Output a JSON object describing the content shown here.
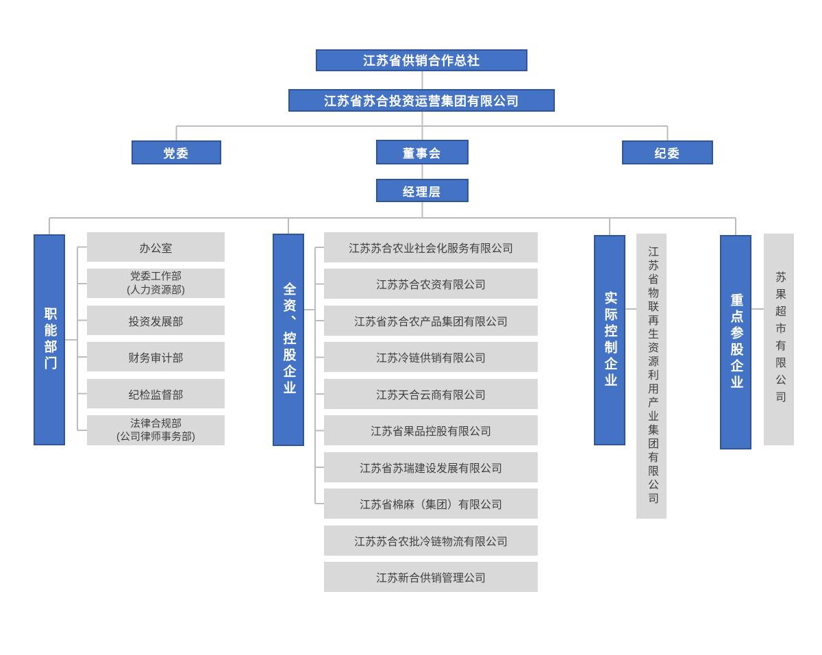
{
  "palette": {
    "blue": "#4472C4",
    "blue_border": "#2F5597",
    "gray": "#D9D9D9",
    "gray_text": "#3F3F3F",
    "line": "#BCBCBC"
  },
  "nodes": {
    "root": "江苏省供销合作总社",
    "group": "江苏省苏合投资运营集团有限公司",
    "party_committee": "党委",
    "board": "董事会",
    "discipline_committee": "纪委",
    "management": "经理层"
  },
  "branches": {
    "functional": {
      "title": "职能部门",
      "items": [
        "办公室",
        "党委工作部\n(人力资源部)",
        "投资发展部",
        "财务审计部",
        "纪检监督部",
        "法律合规部\n(公司律师事务部)"
      ]
    },
    "wholly_owned": {
      "title": "全资、控股企业",
      "items": [
        "江苏苏合农业社会化服务有限公司",
        "江苏苏合农资有限公司",
        "江苏省苏合农产品集团有限公司",
        "江苏冷链供销有限公司",
        "江苏天合云商有限公司",
        "江苏省果品控股有限公司",
        "江苏省苏瑞建设发展有限公司",
        "江苏省棉麻（集团）有限公司",
        "江苏苏合农批冷链物流有限公司",
        "江苏新合供销管理公司"
      ]
    },
    "actual_control": {
      "title": "实际控制企业",
      "items": [
        "江苏省物联再生资源利用产业集团有限公司"
      ]
    },
    "key_participation": {
      "title": "重点参股企业",
      "items": [
        "苏果超市有限公司"
      ]
    }
  }
}
